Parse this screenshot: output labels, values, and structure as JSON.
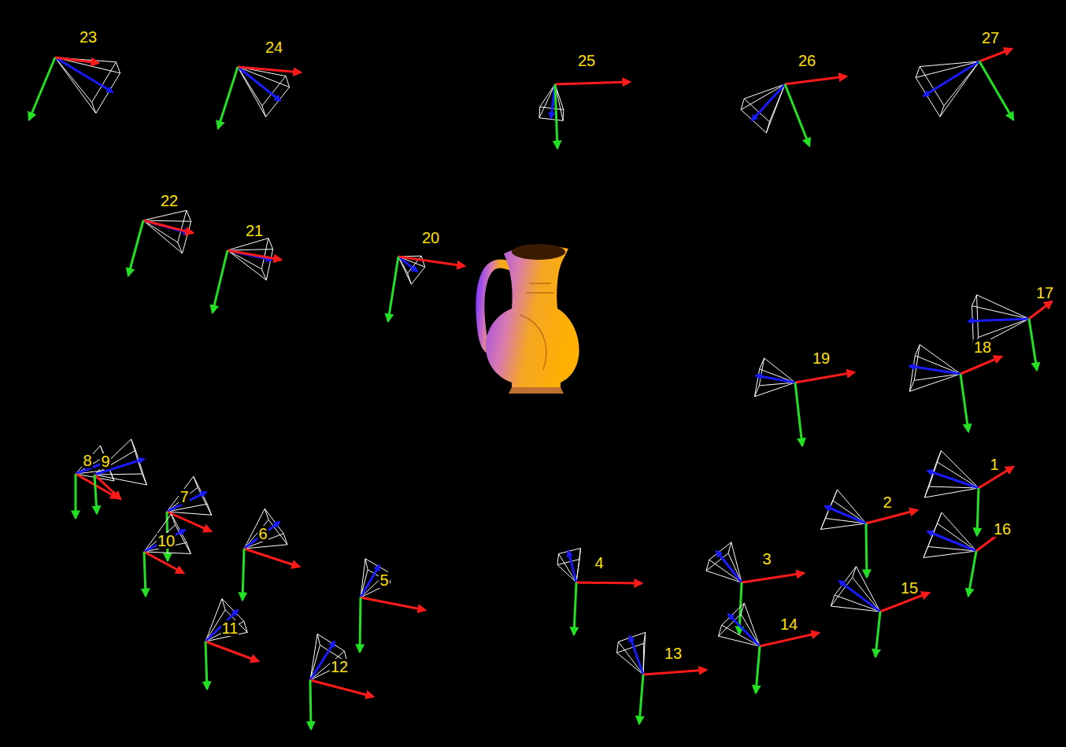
{
  "diagram": {
    "labels": [
      "23",
      "24",
      "25",
      "26",
      "27",
      "22",
      "21",
      "20",
      "17",
      "19",
      "18",
      "1",
      "8",
      "9",
      "7",
      "2",
      "16",
      "6",
      "10",
      "4",
      "3",
      "5",
      "15",
      "14",
      "11",
      "12",
      "13"
    ]
  }
}
